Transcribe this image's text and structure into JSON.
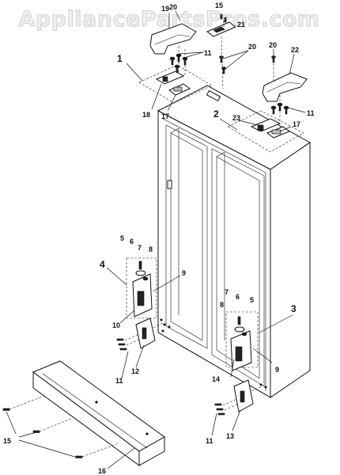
{
  "watermark": "AppliancePartsPros.com",
  "callouts": [
    {
      "id": "c19",
      "text": "19"
    },
    {
      "id": "c20a",
      "text": "20"
    },
    {
      "id": "c15a",
      "text": "15"
    },
    {
      "id": "c21",
      "text": "21"
    },
    {
      "id": "c11a",
      "text": "11"
    },
    {
      "id": "c20b",
      "text": "20"
    },
    {
      "id": "c20c",
      "text": "20"
    },
    {
      "id": "c22",
      "text": "22"
    },
    {
      "id": "c1",
      "text": "1"
    },
    {
      "id": "c18",
      "text": "18"
    },
    {
      "id": "c17a",
      "text": "17"
    },
    {
      "id": "c11b",
      "text": "11"
    },
    {
      "id": "c2",
      "text": "2"
    },
    {
      "id": "c23",
      "text": "23"
    },
    {
      "id": "c17b",
      "text": "17"
    },
    {
      "id": "c5a",
      "text": "5"
    },
    {
      "id": "c6a",
      "text": "6"
    },
    {
      "id": "c7a",
      "text": "7"
    },
    {
      "id": "c8a",
      "text": "8"
    },
    {
      "id": "c4",
      "text": "4"
    },
    {
      "id": "c9a",
      "text": "9"
    },
    {
      "id": "c10",
      "text": "10"
    },
    {
      "id": "c11c",
      "text": "11"
    },
    {
      "id": "c12",
      "text": "12"
    },
    {
      "id": "c3",
      "text": "3"
    },
    {
      "id": "c7b",
      "text": "7"
    },
    {
      "id": "c6b",
      "text": "6"
    },
    {
      "id": "c5b",
      "text": "5"
    },
    {
      "id": "c8b",
      "text": "8"
    },
    {
      "id": "c14",
      "text": "14"
    },
    {
      "id": "c9b",
      "text": "9"
    },
    {
      "id": "c15b",
      "text": "15"
    },
    {
      "id": "c11d",
      "text": "11"
    },
    {
      "id": "c13",
      "text": "13"
    },
    {
      "id": "c16",
      "text": "16"
    }
  ]
}
